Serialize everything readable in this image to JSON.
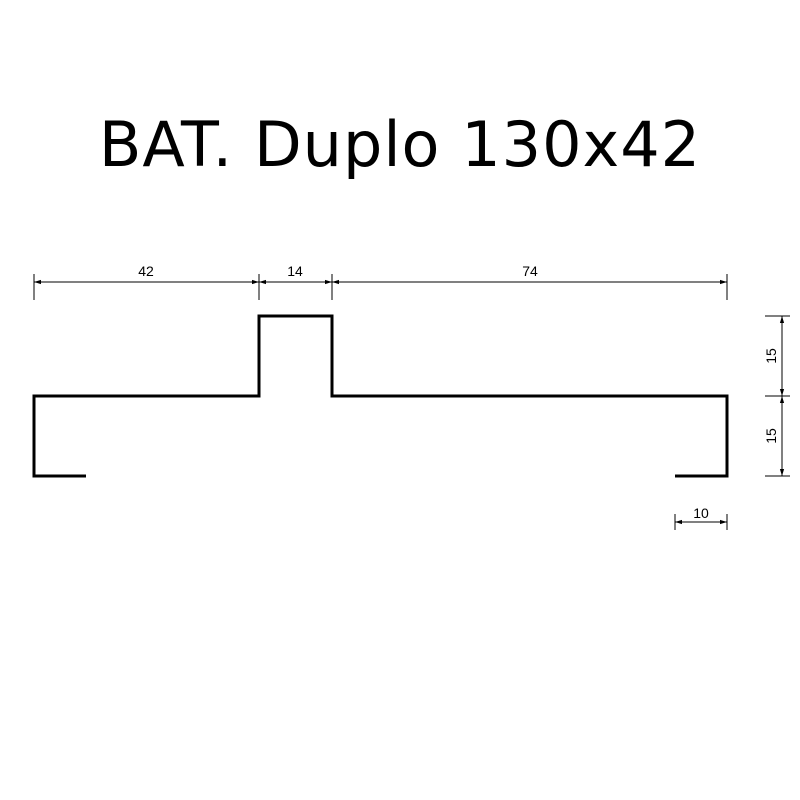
{
  "title": "BAT. Duplo 130x42",
  "dimensions": {
    "top_left_width": "42",
    "rib_width": "14",
    "top_right_width": "74",
    "rib_height": "15",
    "lip_height": "15",
    "return_width": "10"
  },
  "colors": {
    "line": "#000000",
    "background": "#ffffff"
  }
}
